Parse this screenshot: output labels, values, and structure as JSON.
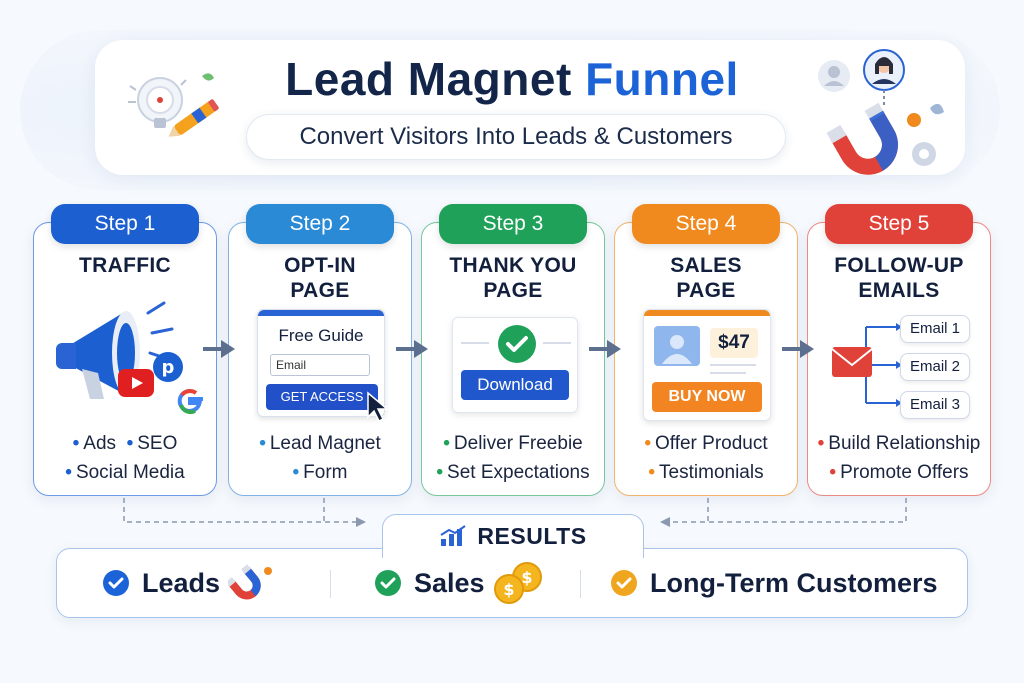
{
  "header": {
    "title_main": "Lead Magnet",
    "title_accent": "Funnel",
    "subtitle": "Convert Visitors Into Leads & Customers"
  },
  "colors": {
    "step1": "#1b5fd0",
    "step2": "#2a8ad6",
    "step3": "#1fa15a",
    "step4": "#f08a1e",
    "step5": "#e0423a",
    "accent": "#1d63d8"
  },
  "steps": [
    {
      "badge": "Step 1",
      "title_lines": [
        "TRAFFIC"
      ],
      "bullets": [
        [
          "Ads",
          "SEO"
        ],
        [
          "Social Media"
        ]
      ],
      "icons": [
        "megaphone-icon",
        "youtube-icon",
        "pinterest-icon",
        "google-icon"
      ]
    },
    {
      "badge": "Step 2",
      "title_lines": [
        "OPT-IN",
        "PAGE"
      ],
      "form": {
        "title": "Free Guide",
        "placeholder": "Email",
        "button": "GET ACCESS"
      },
      "bullets": [
        [
          "Lead Magnet"
        ],
        [
          "Form"
        ]
      ]
    },
    {
      "badge": "Step 3",
      "title_lines": [
        "THANK YOU",
        "PAGE"
      ],
      "button": "Download",
      "bullets": [
        [
          "Deliver Freebie"
        ],
        [
          "Set Expectations"
        ]
      ]
    },
    {
      "badge": "Step 4",
      "title_lines": [
        "SALES",
        "PAGE"
      ],
      "price": "$47",
      "button": "BUY NOW",
      "bullets": [
        [
          "Offer Product"
        ],
        [
          "Testimonials"
        ]
      ]
    },
    {
      "badge": "Step 5",
      "title_lines": [
        "FOLLOW-UP",
        "EMAILS"
      ],
      "emails": [
        "Email 1",
        "Email 2",
        "Email 3"
      ],
      "bullets": [
        [
          "Build Relationship"
        ],
        [
          "Promote Offers"
        ]
      ]
    }
  ],
  "results": {
    "label": "RESULTS",
    "items": [
      {
        "label": "Leads",
        "color": "#1d63d8",
        "icon": "magnet-icon"
      },
      {
        "label": "Sales",
        "color": "#1fa15a",
        "icon": "coins-icon"
      },
      {
        "label": "Long-Term Customers",
        "color": "#f0a51e",
        "icon": ""
      }
    ]
  }
}
